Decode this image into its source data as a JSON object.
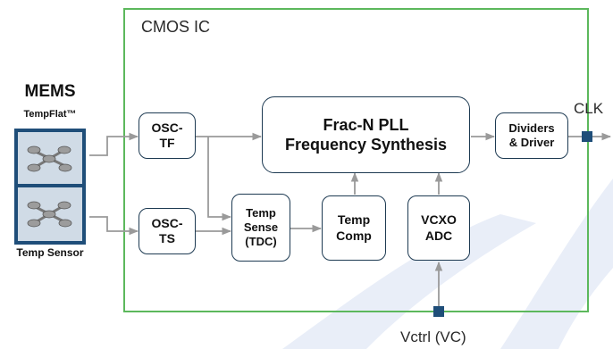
{
  "ic_label": "CMOS IC",
  "mems": {
    "title": "MEMS",
    "resonator_label": "TempFlat™",
    "sensor_label": "Temp Sensor"
  },
  "blocks": {
    "osc_tf": "OSC-\nTF",
    "osc_ts": "OSC-\nTS",
    "pll": "Frac-N PLL\nFrequency Synthesis",
    "dividers": "Dividers\n& Driver",
    "temp_sense": "Temp\nSense\n(TDC)",
    "temp_comp": "Temp\nComp",
    "vcxo_adc": "VCXO\nADC"
  },
  "pins": {
    "clk": "CLK",
    "vctrl": "Vctrl (VC)"
  },
  "colors": {
    "ic_border": "#5cb85c",
    "block_border": "#1d3a52",
    "wire": "#9a9a9a",
    "pin": "#1f4e79",
    "mems_frame": "#1f4e79",
    "mems_fill": "#d0dbe6",
    "swoosh": "#e6ecf6"
  }
}
